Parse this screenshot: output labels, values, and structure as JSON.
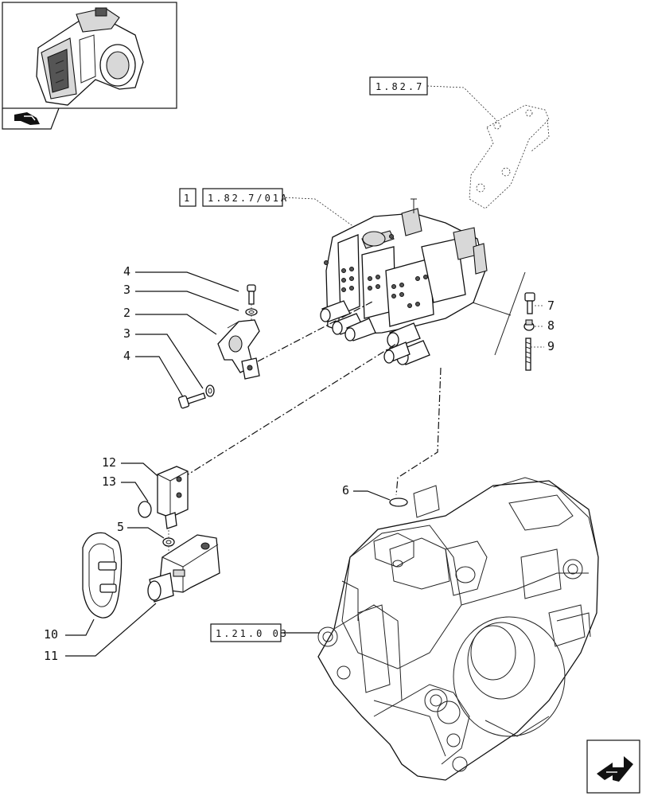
{
  "thumbnail": {
    "icon": "tractor-rear-axle-thumbnail",
    "nav_icon": "part-selector-icon"
  },
  "references": {
    "bracket_ref": "1.82.7",
    "valve_qty": "1",
    "valve_ref": "1.82.7/01A",
    "housing_ref": "1.21.0 03"
  },
  "callouts": {
    "c4a": "4",
    "c3a": "3",
    "c2": "2",
    "c3b": "3",
    "c4b": "4",
    "c12": "12",
    "c13": "13",
    "c5": "5",
    "c10": "10",
    "c11": "11",
    "c6": "6",
    "c7": "7",
    "c8": "8",
    "c9": "9"
  },
  "nav": {
    "next_icon": "next-page-arrow-icon"
  }
}
